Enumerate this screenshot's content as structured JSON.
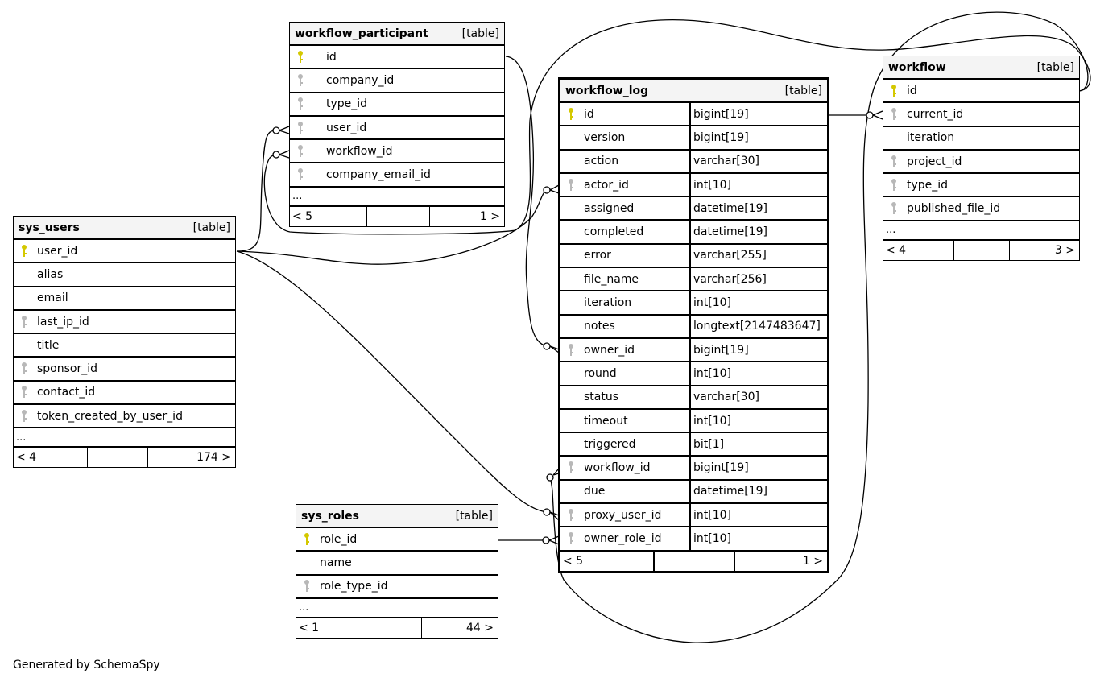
{
  "colors": {
    "primary_key": "#d4c800",
    "foreign_key": "#b8b8b8",
    "header_bg": "#f4f4f4",
    "line": "#000000"
  },
  "tables": {
    "workflow_participant": {
      "name": "workflow_participant",
      "kind": "[table]",
      "columns": [
        {
          "name": "id",
          "key": "primary-key-icon"
        },
        {
          "name": "company_id",
          "key": "foreign-key-icon"
        },
        {
          "name": "type_id",
          "key": "foreign-key-icon"
        },
        {
          "name": "user_id",
          "key": "foreign-key-icon"
        },
        {
          "name": "workflow_id",
          "key": "foreign-key-icon"
        },
        {
          "name": "company_email_id",
          "key": "foreign-key-icon"
        }
      ],
      "more": "...",
      "parents": "< 5",
      "children": "1 >"
    },
    "sys_users": {
      "name": "sys_users",
      "kind": "[table]",
      "columns": [
        {
          "name": "user_id",
          "key": "primary-key-icon"
        },
        {
          "name": "alias",
          "key": ""
        },
        {
          "name": "email",
          "key": ""
        },
        {
          "name": "last_ip_id",
          "key": "foreign-key-icon"
        },
        {
          "name": "title",
          "key": ""
        },
        {
          "name": "sponsor_id",
          "key": "foreign-key-icon"
        },
        {
          "name": "contact_id",
          "key": "foreign-key-icon"
        },
        {
          "name": "token_created_by_user_id",
          "key": "foreign-key-icon"
        }
      ],
      "more": "...",
      "parents": "< 4",
      "children": "174 >"
    },
    "workflow_log": {
      "name": "workflow_log",
      "kind": "[table]",
      "columns": [
        {
          "name": "id",
          "type": "bigint[19]",
          "key": "primary-key-icon"
        },
        {
          "name": "version",
          "type": "bigint[19]",
          "key": ""
        },
        {
          "name": "action",
          "type": "varchar[30]",
          "key": ""
        },
        {
          "name": "actor_id",
          "type": "int[10]",
          "key": "foreign-key-icon"
        },
        {
          "name": "assigned",
          "type": "datetime[19]",
          "key": ""
        },
        {
          "name": "completed",
          "type": "datetime[19]",
          "key": ""
        },
        {
          "name": "error",
          "type": "varchar[255]",
          "key": ""
        },
        {
          "name": "file_name",
          "type": "varchar[256]",
          "key": ""
        },
        {
          "name": "iteration",
          "type": "int[10]",
          "key": ""
        },
        {
          "name": "notes",
          "type": "longtext[2147483647]",
          "key": ""
        },
        {
          "name": "owner_id",
          "type": "bigint[19]",
          "key": "foreign-key-icon"
        },
        {
          "name": "round",
          "type": "int[10]",
          "key": ""
        },
        {
          "name": "status",
          "type": "varchar[30]",
          "key": ""
        },
        {
          "name": "timeout",
          "type": "int[10]",
          "key": ""
        },
        {
          "name": "triggered",
          "type": "bit[1]",
          "key": ""
        },
        {
          "name": "workflow_id",
          "type": "bigint[19]",
          "key": "foreign-key-icon"
        },
        {
          "name": "due",
          "type": "datetime[19]",
          "key": ""
        },
        {
          "name": "proxy_user_id",
          "type": "int[10]",
          "key": "foreign-key-icon"
        },
        {
          "name": "owner_role_id",
          "type": "int[10]",
          "key": "foreign-key-icon"
        }
      ],
      "parents": "< 5",
      "children": "1 >"
    },
    "workflow": {
      "name": "workflow",
      "kind": "[table]",
      "columns": [
        {
          "name": "id",
          "key": "primary-key-icon"
        },
        {
          "name": "current_id",
          "key": "foreign-key-icon"
        },
        {
          "name": "iteration",
          "key": ""
        },
        {
          "name": "project_id",
          "key": "foreign-key-icon"
        },
        {
          "name": "type_id",
          "key": "foreign-key-icon"
        },
        {
          "name": "published_file_id",
          "key": "foreign-key-icon"
        }
      ],
      "more": "...",
      "parents": "< 4",
      "children": "3 >"
    },
    "sys_roles": {
      "name": "sys_roles",
      "kind": "[table]",
      "columns": [
        {
          "name": "role_id",
          "key": "primary-key-icon"
        },
        {
          "name": "name",
          "key": ""
        },
        {
          "name": "role_type_id",
          "key": "foreign-key-icon"
        }
      ],
      "more": "...",
      "parents": "< 1",
      "children": "44 >"
    }
  },
  "relationships": [
    {
      "from": "sys_users.user_id",
      "to": "workflow_participant.user_id"
    },
    {
      "from": "sys_users.user_id",
      "to": "workflow_log.actor_id"
    },
    {
      "from": "sys_users.user_id",
      "to": "workflow_log.proxy_user_id"
    },
    {
      "from": "workflow.id",
      "to": "workflow_participant.workflow_id"
    },
    {
      "from": "workflow.id",
      "to": "workflow_log.workflow_id"
    },
    {
      "from": "workflow_participant.id",
      "to": "workflow_log.owner_id"
    },
    {
      "from": "workflow_log.id",
      "to": "workflow.current_id"
    },
    {
      "from": "sys_roles.role_id",
      "to": "workflow_log.owner_role_id"
    }
  ],
  "footer": {
    "generated_by": "Generated by SchemaSpy"
  }
}
